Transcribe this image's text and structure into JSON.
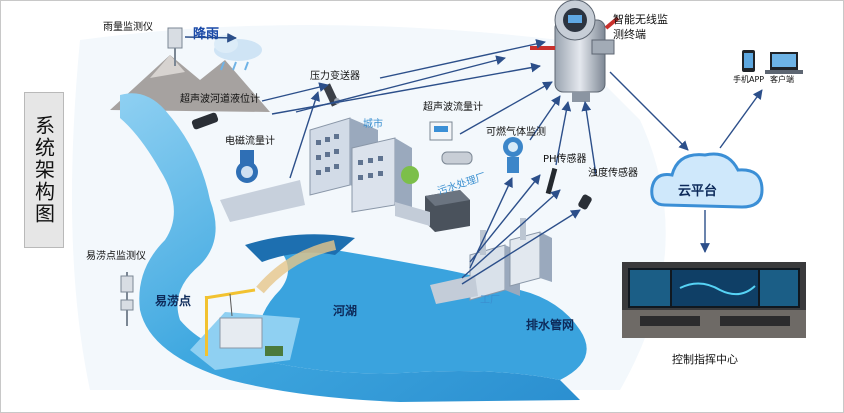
{
  "sidebar": {
    "title": "系统架构图"
  },
  "labels": {
    "rain_gauge": "雨量监测仪",
    "rain": "降雨",
    "ultrasonic_level": "超声波河道液位计",
    "pressure": "压力变送器",
    "em_flow": "电磁流量计",
    "city": "城市",
    "ultrasonic_flow": "超声波流量计",
    "gas_detect": "可燃气体监测",
    "ph_sensor": "PH传感器",
    "turbidity": "浊度传感器",
    "sewage_plant": "污水处理厂",
    "factory": "工厂",
    "drain_network": "排水管网",
    "river_lake": "河湖",
    "waterlog_device": "易涝点监测仪",
    "waterlog_point": "易涝点",
    "terminal_line1": "智能无线监",
    "terminal_line2": "测终端",
    "phone_app": "手机APP",
    "client": "客户端",
    "cloud": "云平台",
    "control_center": "控制指挥中心"
  },
  "colors": {
    "river": "#3fa8e0",
    "river_light": "#8fd0f2",
    "arrow": "#2c4f8a",
    "cloud_fill": "#cfe8fb",
    "cloud_stroke": "#3b8fd6"
  }
}
